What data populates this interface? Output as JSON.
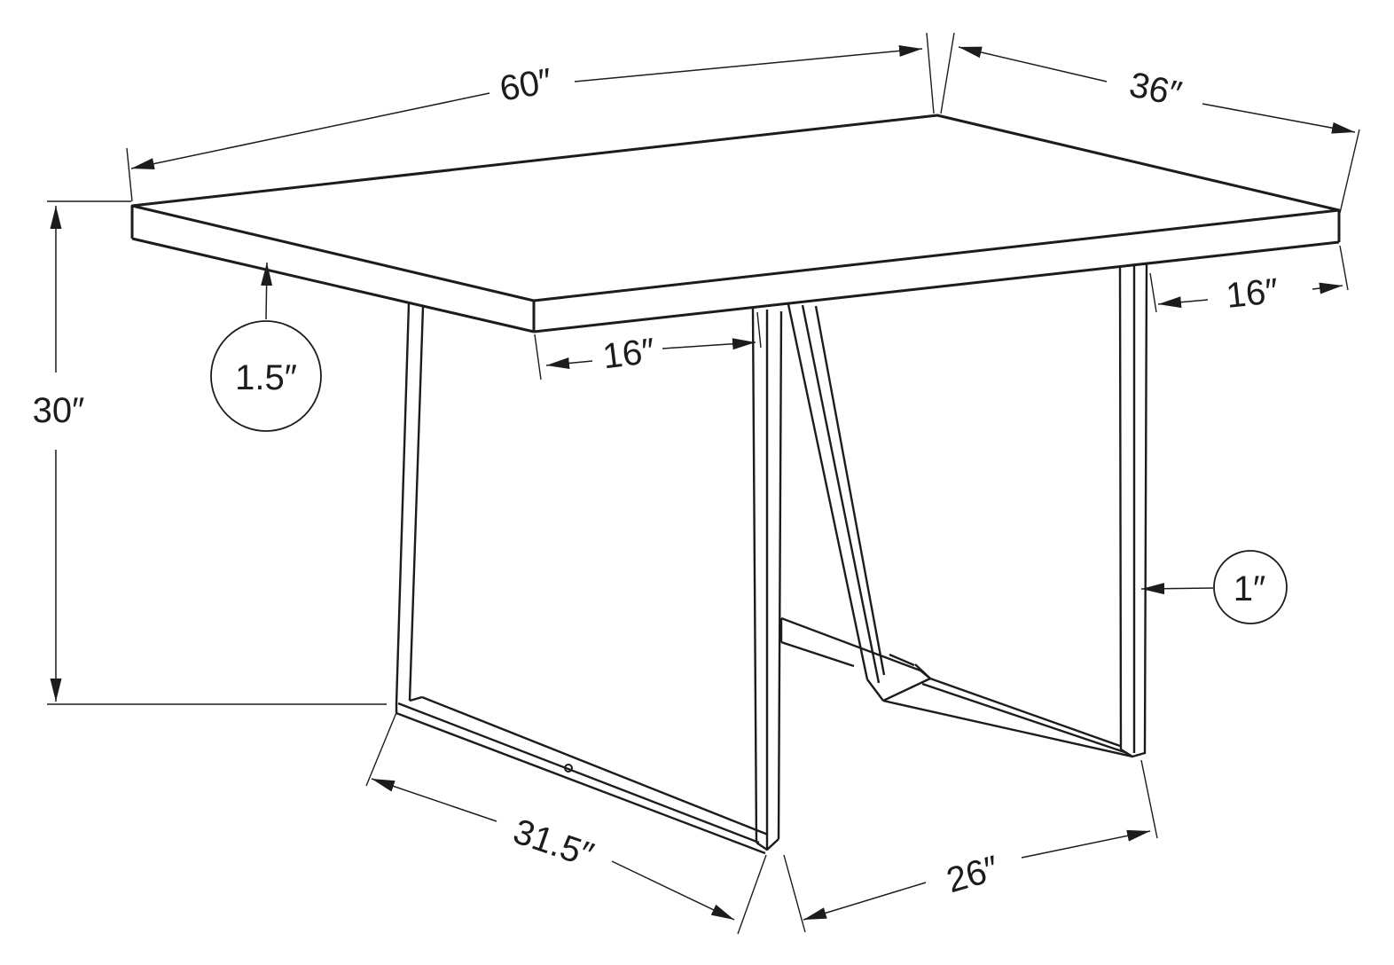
{
  "diagram": {
    "type": "furniture-dimension-drawing",
    "subject": "rectangular dining table with metal sled base",
    "units": "inches",
    "colors": {
      "line": "#1c1c1c",
      "background": "#ffffff"
    },
    "dimensions": {
      "top_length": {
        "name": "tabletop length",
        "value": 60,
        "label": "60″"
      },
      "top_depth": {
        "name": "tabletop depth",
        "value": 36,
        "label": "36″"
      },
      "height": {
        "name": "overall height",
        "value": 30,
        "label": "30″"
      },
      "top_thickness": {
        "name": "tabletop thickness",
        "value": 1.5,
        "label": "1.5″"
      },
      "inset_front": {
        "name": "leg inset from front edge",
        "value": 16,
        "label": "16″"
      },
      "inset_side": {
        "name": "leg inset from side edge",
        "value": 16,
        "label": "16″"
      },
      "tube_size": {
        "name": "frame tube thickness",
        "value": 1,
        "label": "1″"
      },
      "base_front": {
        "name": "base runner length front",
        "value": 31.5,
        "label": "31.5″"
      },
      "base_side": {
        "name": "base runner length side",
        "value": 26,
        "label": "26″"
      }
    }
  }
}
